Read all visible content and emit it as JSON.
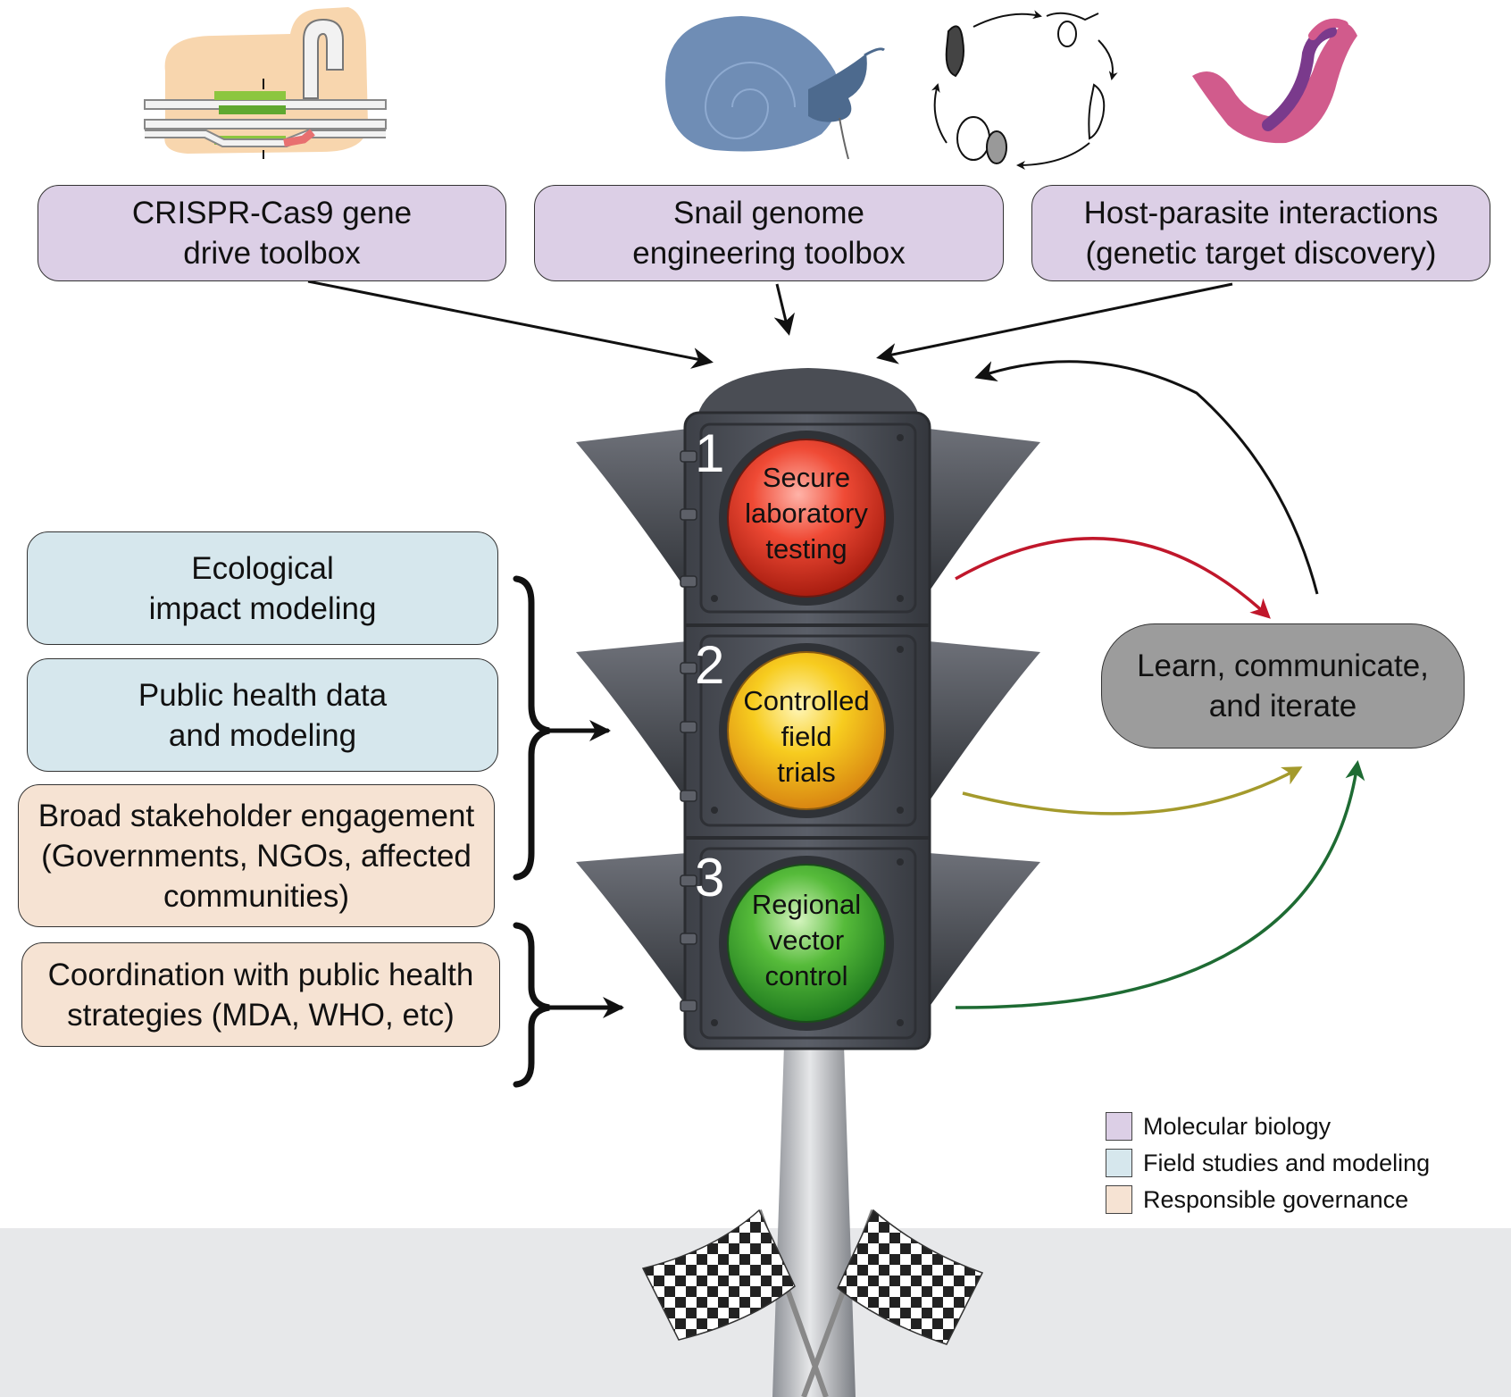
{
  "colors": {
    "molecular_biology": "#dccfe6",
    "field_studies": "#d6e7ed",
    "governance": "#f6e3d3",
    "red_light": "#e23a2a",
    "yellow_light": "#f5c21c",
    "green_light": "#3fae3a",
    "red_arrow": "#c0172b",
    "yellow_arrow": "#a49a2c",
    "green_arrow": "#1e6b33"
  },
  "top_boxes": [
    {
      "label": "CRISPR-Cas9 gene\ndrive toolbox",
      "category": "molecular_biology"
    },
    {
      "label": "Snail genome\nengineering toolbox",
      "category": "molecular_biology"
    },
    {
      "label": "Host-parasite interactions\n(genetic target discovery)",
      "category": "molecular_biology"
    }
  ],
  "left_boxes": [
    {
      "label": "Ecological\nimpact modeling",
      "category": "field_studies"
    },
    {
      "label": "Public health data\nand modeling",
      "category": "field_studies"
    },
    {
      "label": "Broad stakeholder engagement\n(Governments, NGOs, affected\ncommunities)",
      "category": "governance"
    },
    {
      "label": "Coordination with public health\nstrategies (MDA, WHO, etc)",
      "category": "governance"
    }
  ],
  "traffic_light": [
    {
      "number": "1",
      "label": "Secure\nlaboratory\ntesting",
      "color": "red"
    },
    {
      "number": "2",
      "label": "Controlled\nfield\ntrials",
      "color": "yellow"
    },
    {
      "number": "3",
      "label": "Regional\nvector\ncontrol",
      "color": "green"
    }
  ],
  "learn_box": {
    "label": "Learn, communicate,\nand iterate"
  },
  "legend": [
    {
      "label": "Molecular biology",
      "color": "#dccfe6"
    },
    {
      "label": "Field studies and modeling",
      "color": "#d6e7ed"
    },
    {
      "label": "Responsible governance",
      "color": "#f6e3d3"
    }
  ],
  "icons": [
    "crispr-diagram-icon",
    "snail-icon",
    "parasite-lifecycle-icon",
    "schistosome-worm-icon",
    "checkered-flags-icon"
  ]
}
